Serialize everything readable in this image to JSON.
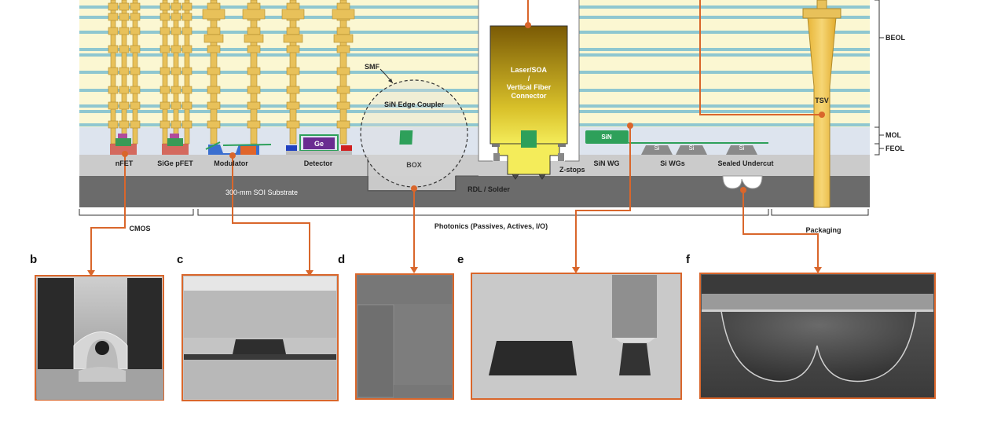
{
  "labels": {
    "smf": "SMF",
    "edge_coupler": "SiN Edge Coupler",
    "box": "BOX",
    "laser_l1": "Laser/SOA",
    "laser_l2": "/",
    "laser_l3": "Vertical Fiber",
    "laser_l4": "Connector",
    "beol": "BEOL",
    "mol": "MOL",
    "feol": "FEOL",
    "tsv": "TSV",
    "ge": "Ge",
    "sin": "SiN",
    "si": "Si",
    "nfet": "nFET",
    "sige_pfet": "SiGe pFET",
    "modulator": "Modulator",
    "detector": "Detector",
    "sin_wg": "SiN WG",
    "si_wgs": "Si WGs",
    "sealed_undercut": "Sealed Undercut",
    "z_stops": "Z-stops",
    "rdl_solder": "RDL / Solder",
    "substrate": "300-mm SOI Substrate",
    "cmos": "CMOS",
    "photonics": "Photonics (Passives, Actives, I/O)",
    "packaging": "Packaging"
  },
  "panels": {
    "b": "b",
    "c": "c",
    "d": "d",
    "e": "e",
    "f": "f"
  },
  "colors": {
    "beol_bg": "#fbf7d2",
    "metal_line": "#8fc7d0",
    "via_gold": "#e8c15a",
    "via_edge": "#b08a2a",
    "mol_bg": "#dde4ee",
    "box_gray": "#cbcbcb",
    "substrate": "#6b6b6b",
    "leader_orange": "#d9662b",
    "sin_green": "#2ea05a",
    "ge_purple": "#6a2c91",
    "laser_top": "#7a5a05",
    "laser_bottom": "#f4e55a"
  }
}
